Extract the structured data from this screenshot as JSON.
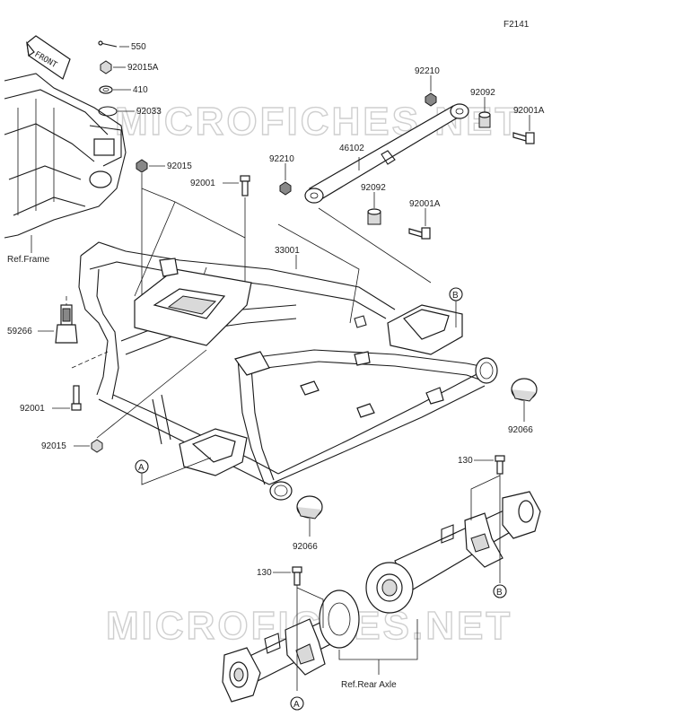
{
  "diagram_code": "F2141",
  "front_badge": "FRONT",
  "watermark_text": "MICROFICHES.NET",
  "parts": {
    "p550": "550",
    "p92015A": "92015A",
    "p410": "410",
    "p92033": "92033",
    "p92015_top": "92015",
    "p92001_top": "92001",
    "p92210_top": "92210",
    "p92092_top": "92092",
    "p92001A_top": "92001A",
    "p46102": "46102",
    "p92210_mid": "92210",
    "p92092_mid": "92092",
    "p92001A_mid": "92001A",
    "p33001": "33001",
    "p59266": "59266",
    "p92001_left": "92001",
    "p92015_left": "92015",
    "p92066_right": "92066",
    "p92066_bottom": "92066",
    "p130_right": "130",
    "p130_left": "130"
  },
  "refs": {
    "ref_frame": "Ref.Frame",
    "ref_rear_axle": "Ref.Rear Axle"
  },
  "callouts": {
    "A_left": "A",
    "B_top": "B",
    "B_right": "B",
    "A_bottom": "A"
  }
}
